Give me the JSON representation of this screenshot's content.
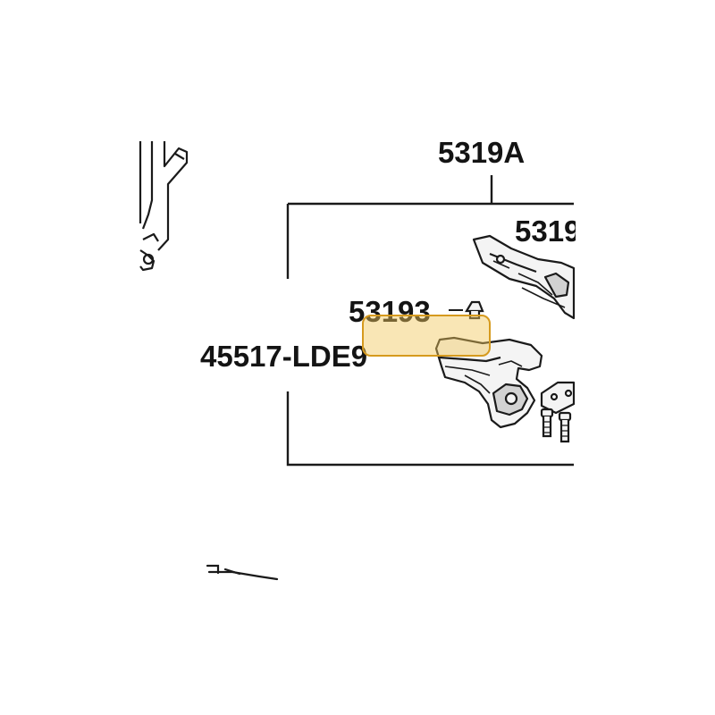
{
  "diagram": {
    "labels": {
      "assembly": "5319A",
      "top_right_part": "5319",
      "middle_part": "53193",
      "highlighted_part": "45517-LDE9"
    },
    "colors": {
      "line": "#1a1a1a",
      "part_fill": "#f4f4f4",
      "shade": "#d2d2d2",
      "highlight_border": "#d69a1e",
      "highlight_fill": "#f2c85b"
    },
    "icons": {
      "assembly_bracket": "bracket-outline",
      "highlight": "rounded-rectangle-highlight"
    }
  }
}
